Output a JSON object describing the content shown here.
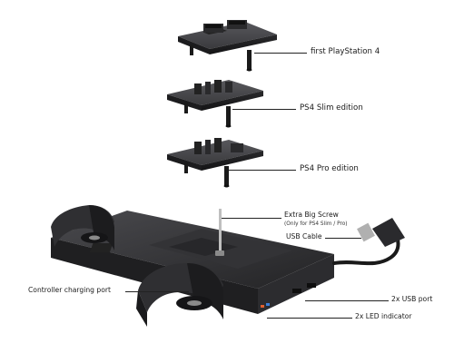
{
  "adapters": [
    {
      "name": "first PlayStation 4"
    },
    {
      "name": "PS4 Slim edition"
    },
    {
      "name": "PS4 Pro edition"
    }
  ],
  "callouts": {
    "screw_title": "Extra Big Screw",
    "screw_note": "(Only for PS4 Slim / Pro)",
    "usb_cable": "USB Cable",
    "charging_port": "Controller charging port",
    "usb_port": "2x USB port",
    "led": "2x LED indicator"
  },
  "colors": {
    "plastic_dark": "#2b2b2d",
    "plastic_mid": "#3a3a3d",
    "plastic_light": "#505054",
    "background": "#ffffff",
    "text": "#1a1a1a"
  }
}
